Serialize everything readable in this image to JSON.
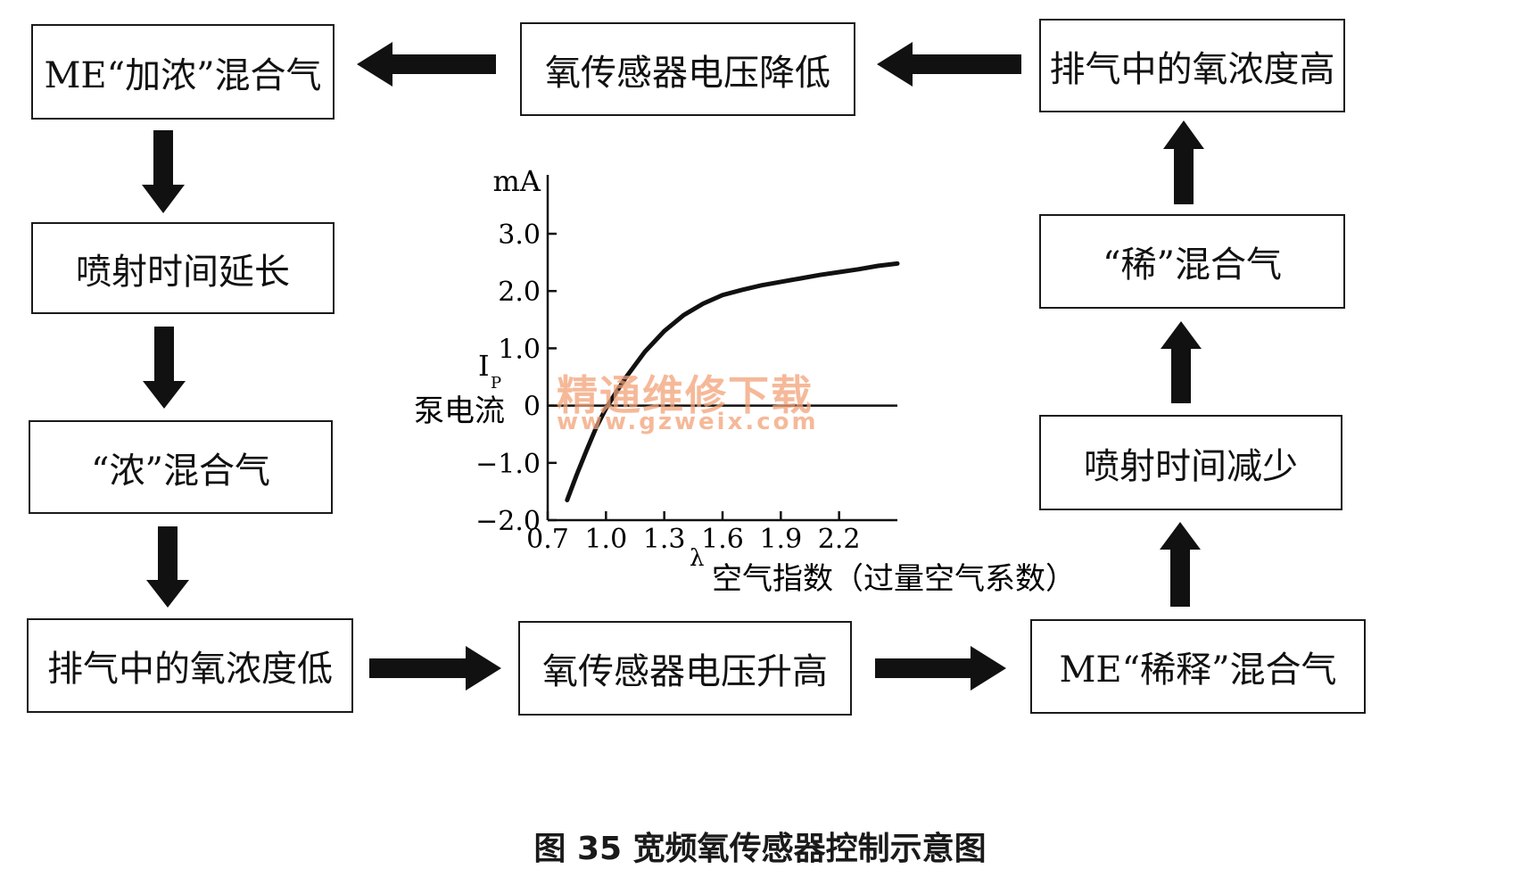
{
  "boxes": {
    "me_rich": "ME“加浓”混合气",
    "o2_voltage_low": "氧传感器电压降低",
    "exhaust_o2_high": "排气中的氧浓度高",
    "injection_longer": "喷射时间延长",
    "lean_mixture": "“稀”混合气",
    "rich_mixture": "“浓”混合气",
    "injection_shorter": "喷射时间减少",
    "exhaust_o2_low": "排气中的氧浓度低",
    "o2_voltage_high": "氧传感器电压升高",
    "me_lean": "ME“稀释”混合气"
  },
  "chart_data": {
    "type": "line",
    "y_unit": "mA",
    "y_symbol": "I",
    "y_symbol_sub": "P",
    "ylabel": "泵电流",
    "x_symbol": "λ",
    "xlabel": "空气指数（过量空气系数）",
    "xlim": [
      0.7,
      2.5
    ],
    "ylim": [
      -2.0,
      3.0
    ],
    "x_ticks": [
      "0.7",
      "1.0",
      "1.3",
      "1.6",
      "1.9",
      "2.2"
    ],
    "y_ticks": [
      "3.0",
      "2.0",
      "1.0",
      "0",
      "−1.0",
      "−2.0"
    ],
    "series": [
      {
        "x": [
          0.8,
          0.85,
          0.9,
          0.95,
          1.0,
          1.05,
          1.1,
          1.2,
          1.3,
          1.4,
          1.5,
          1.6,
          1.7,
          1.8,
          1.9,
          2.0,
          2.1,
          2.2,
          2.3,
          2.4,
          2.5
        ],
        "y": [
          -1.65,
          -1.2,
          -0.78,
          -0.38,
          -0.05,
          0.22,
          0.48,
          0.94,
          1.3,
          1.58,
          1.78,
          1.93,
          2.02,
          2.1,
          2.16,
          2.22,
          2.28,
          2.33,
          2.38,
          2.44,
          2.48
        ]
      }
    ]
  },
  "watermark": {
    "title": "精通维修下载",
    "url": "www.gzweix.com"
  },
  "caption": "图 35    宽频氧传感器控制示意图"
}
